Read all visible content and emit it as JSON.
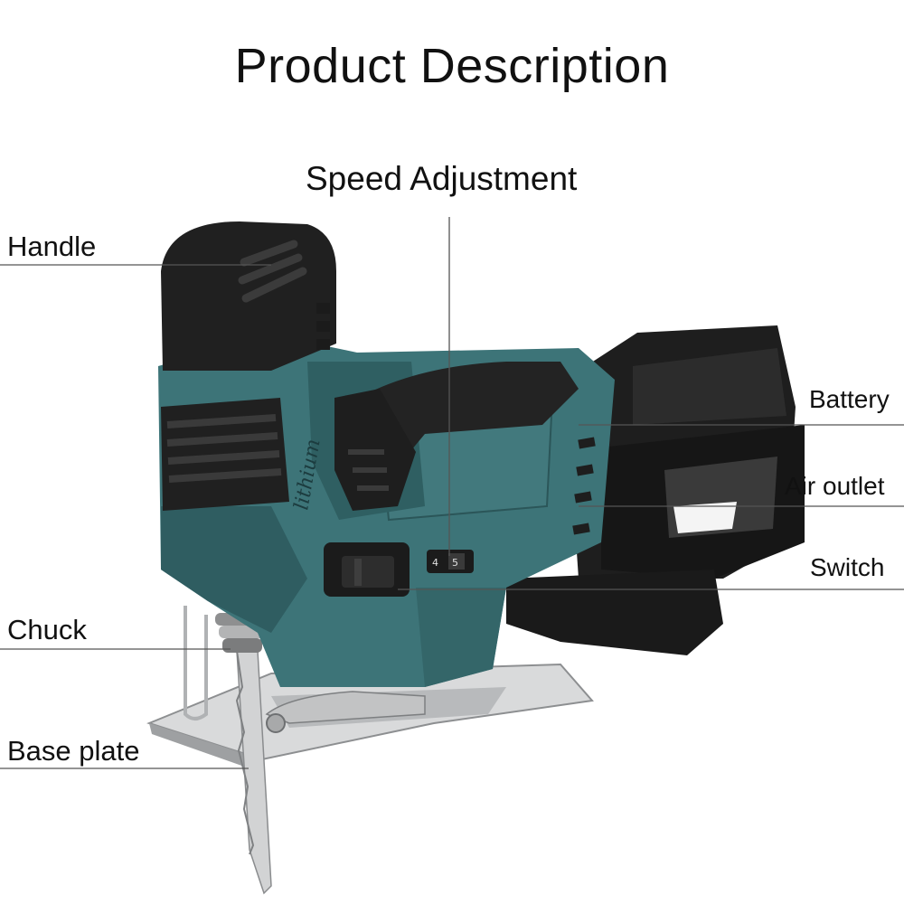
{
  "title": "Product Description",
  "labels": {
    "speed_adjustment": "Speed Adjustment",
    "handle": "Handle",
    "battery": "Battery",
    "air_outlet": "Air outlet",
    "switch": "Switch",
    "chuck": "Chuck",
    "base_plate": "Base plate"
  },
  "body_text": "lithium",
  "dial_digits": [
    "4",
    "5"
  ],
  "colors": {
    "body_teal": "#3d7478",
    "body_teal_dark": "#2b5659",
    "grip_black": "#222222",
    "metal": "#c9cbcd",
    "leader_line": "#555555"
  }
}
